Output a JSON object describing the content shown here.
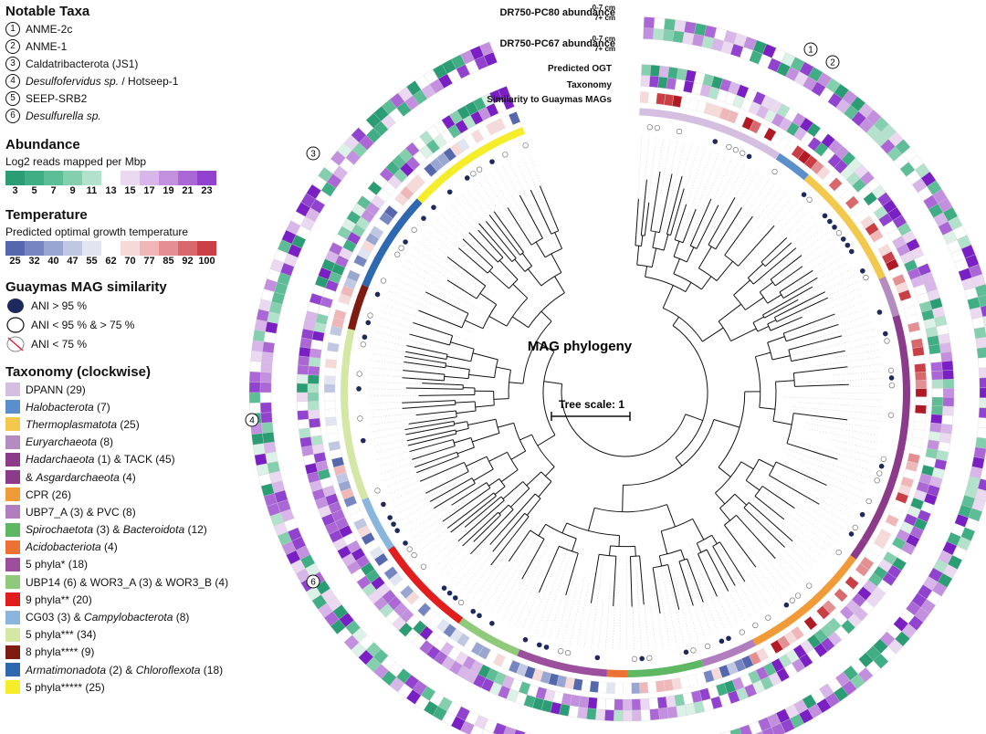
{
  "notable_taxa": {
    "title": "Notable Taxa",
    "items": [
      {
        "num": "1",
        "name": "ANME-2c"
      },
      {
        "num": "2",
        "name": "ANME-1"
      },
      {
        "num": "3",
        "name": "Caldatribacterota (JS1)"
      },
      {
        "num": "4",
        "name": "Desulfofervidus sp. / Hotseep-1"
      },
      {
        "num": "5",
        "name": "SEEP-SRB2"
      },
      {
        "num": "6",
        "name": "Desulfurella sp."
      }
    ]
  },
  "abundance": {
    "title": "Abundance",
    "subtitle": "Log2 reads mapped per Mbp",
    "ticks": [
      "3",
      "5",
      "7",
      "9",
      "11",
      "13",
      "15",
      "17",
      "19",
      "21",
      "23"
    ],
    "colors_green": [
      "#2a9d74",
      "#3fae84",
      "#5cbd96",
      "#84cfae",
      "#b2e2cc",
      "#dcf1e7"
    ],
    "colors_purple": [
      "#ebd9f2",
      "#d8b6ea",
      "#c390e0",
      "#ab67d6",
      "#9142cf",
      "#7a1fc4"
    ]
  },
  "temperature": {
    "title": "Temperature",
    "subtitle": "Predicted optimal growth temperature",
    "ticks": [
      "25",
      "32",
      "40",
      "47",
      "55",
      "62",
      "70",
      "77",
      "85",
      "92",
      "100"
    ],
    "colors_blue": [
      "#5668ad",
      "#7686c0",
      "#99a6d2",
      "#bfc7e3",
      "#e1e5f2"
    ],
    "colors_red": [
      "#f6dada",
      "#efb7b7",
      "#e48f91",
      "#d8686b",
      "#c93f45",
      "#b11a25"
    ]
  },
  "similarity": {
    "title": "Guaymas MAG similarity",
    "items": [
      "ANI > 95 %",
      "ANI < 95 %  & > 75 %",
      "ANI < 75 %"
    ]
  },
  "taxonomy": {
    "title": "Taxonomy (clockwise)",
    "items": [
      {
        "label": "DPANN (29)",
        "color": "#d4bfe0"
      },
      {
        "label": "Halobacterota (7)",
        "color": "#5b8fcc"
      },
      {
        "label": "Thermoplasmatota (25)",
        "color": "#f2c94c"
      },
      {
        "label": "Euryarchaeota (8)",
        "color": "#b48cc0"
      },
      {
        "label": "Hadarchaeota (1) & TACK (45)",
        "color": "#8c3a8a"
      },
      {
        "label": "& Asgardarchaeota (4)",
        "color": "#8c3a8a"
      },
      {
        "label": "CPR (26)",
        "color": "#f19a38"
      },
      {
        "label": "UBP7_A (3) & PVC (8)",
        "color": "#b07dbf"
      },
      {
        "label": "Spirochaetota (3) & Bacteroidota (12)",
        "color": "#5db763"
      },
      {
        "label": "Acidobacteriota (4)",
        "color": "#ec7233"
      },
      {
        "label": "5 phyla* (18)",
        "color": "#9c4f9c"
      },
      {
        "label": "UBP14 (6) & WOR3_A (3) & WOR3_B (4)",
        "color": "#8fc97a"
      },
      {
        "label": "9 phyla** (20)",
        "color": "#e11d1d"
      },
      {
        "label": "CG03 (3) & Campylobacterota (8)",
        "color": "#8ab6de"
      },
      {
        "label": "5 phyla*** (34)",
        "color": "#d5e7a4"
      },
      {
        "label": "8 phyla**** (9)",
        "color": "#7f1c12"
      },
      {
        "label": "Armatimonadota (2) & Chloroflexota (18)",
        "color": "#2e68b1"
      },
      {
        "label": "5 phyla***** (25)",
        "color": "#f5ec2a"
      }
    ]
  },
  "figure": {
    "center_label": "MAG phylogeny",
    "tree_scale_label": "Tree scale:  1",
    "track_labels": {
      "pc80": "DR750-PC80 abundance",
      "pc67": "DR750-PC67 abundance",
      "depth_top": "0-7 cm",
      "depth_bot": "7+ cm",
      "ogt": "Predicted OGT",
      "taxonomy": "Taxonomy",
      "similarity": "Similarity to Guaymas MAGs"
    },
    "ring_markers": [
      "1",
      "2",
      "3",
      "4",
      "6"
    ]
  }
}
